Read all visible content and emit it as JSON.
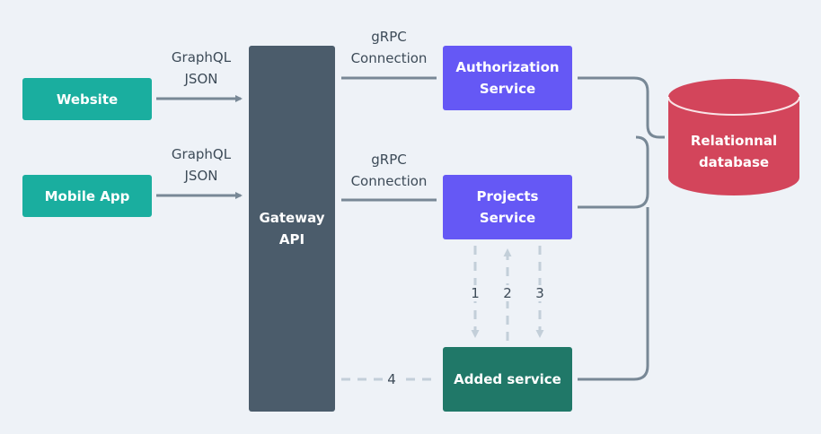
{
  "colors": {
    "background": "#eef2f7",
    "client": "#1aae9f",
    "gateway": "#4b5c6b",
    "service": "#6558f5",
    "added_service": "#207868",
    "database": "#d3455b",
    "arrow": "#788896",
    "dashed": "#c3cfd9"
  },
  "clients": {
    "website": "Website",
    "mobile_app": "Mobile App"
  },
  "gateway": {
    "label": "Gateway API"
  },
  "services": {
    "authorization": "Authorization Service",
    "projects": "Projects Service",
    "added": "Added service"
  },
  "database": {
    "label": "Relationnal database"
  },
  "protocols": {
    "website_link": [
      "GraphQL",
      "JSON"
    ],
    "mobile_link": [
      "GraphQL",
      "JSON"
    ],
    "auth_link": [
      "gRPC",
      "Connection"
    ],
    "projects_link": [
      "gRPC",
      "Connection"
    ]
  },
  "steps": [
    "1",
    "2",
    "3",
    "4"
  ]
}
